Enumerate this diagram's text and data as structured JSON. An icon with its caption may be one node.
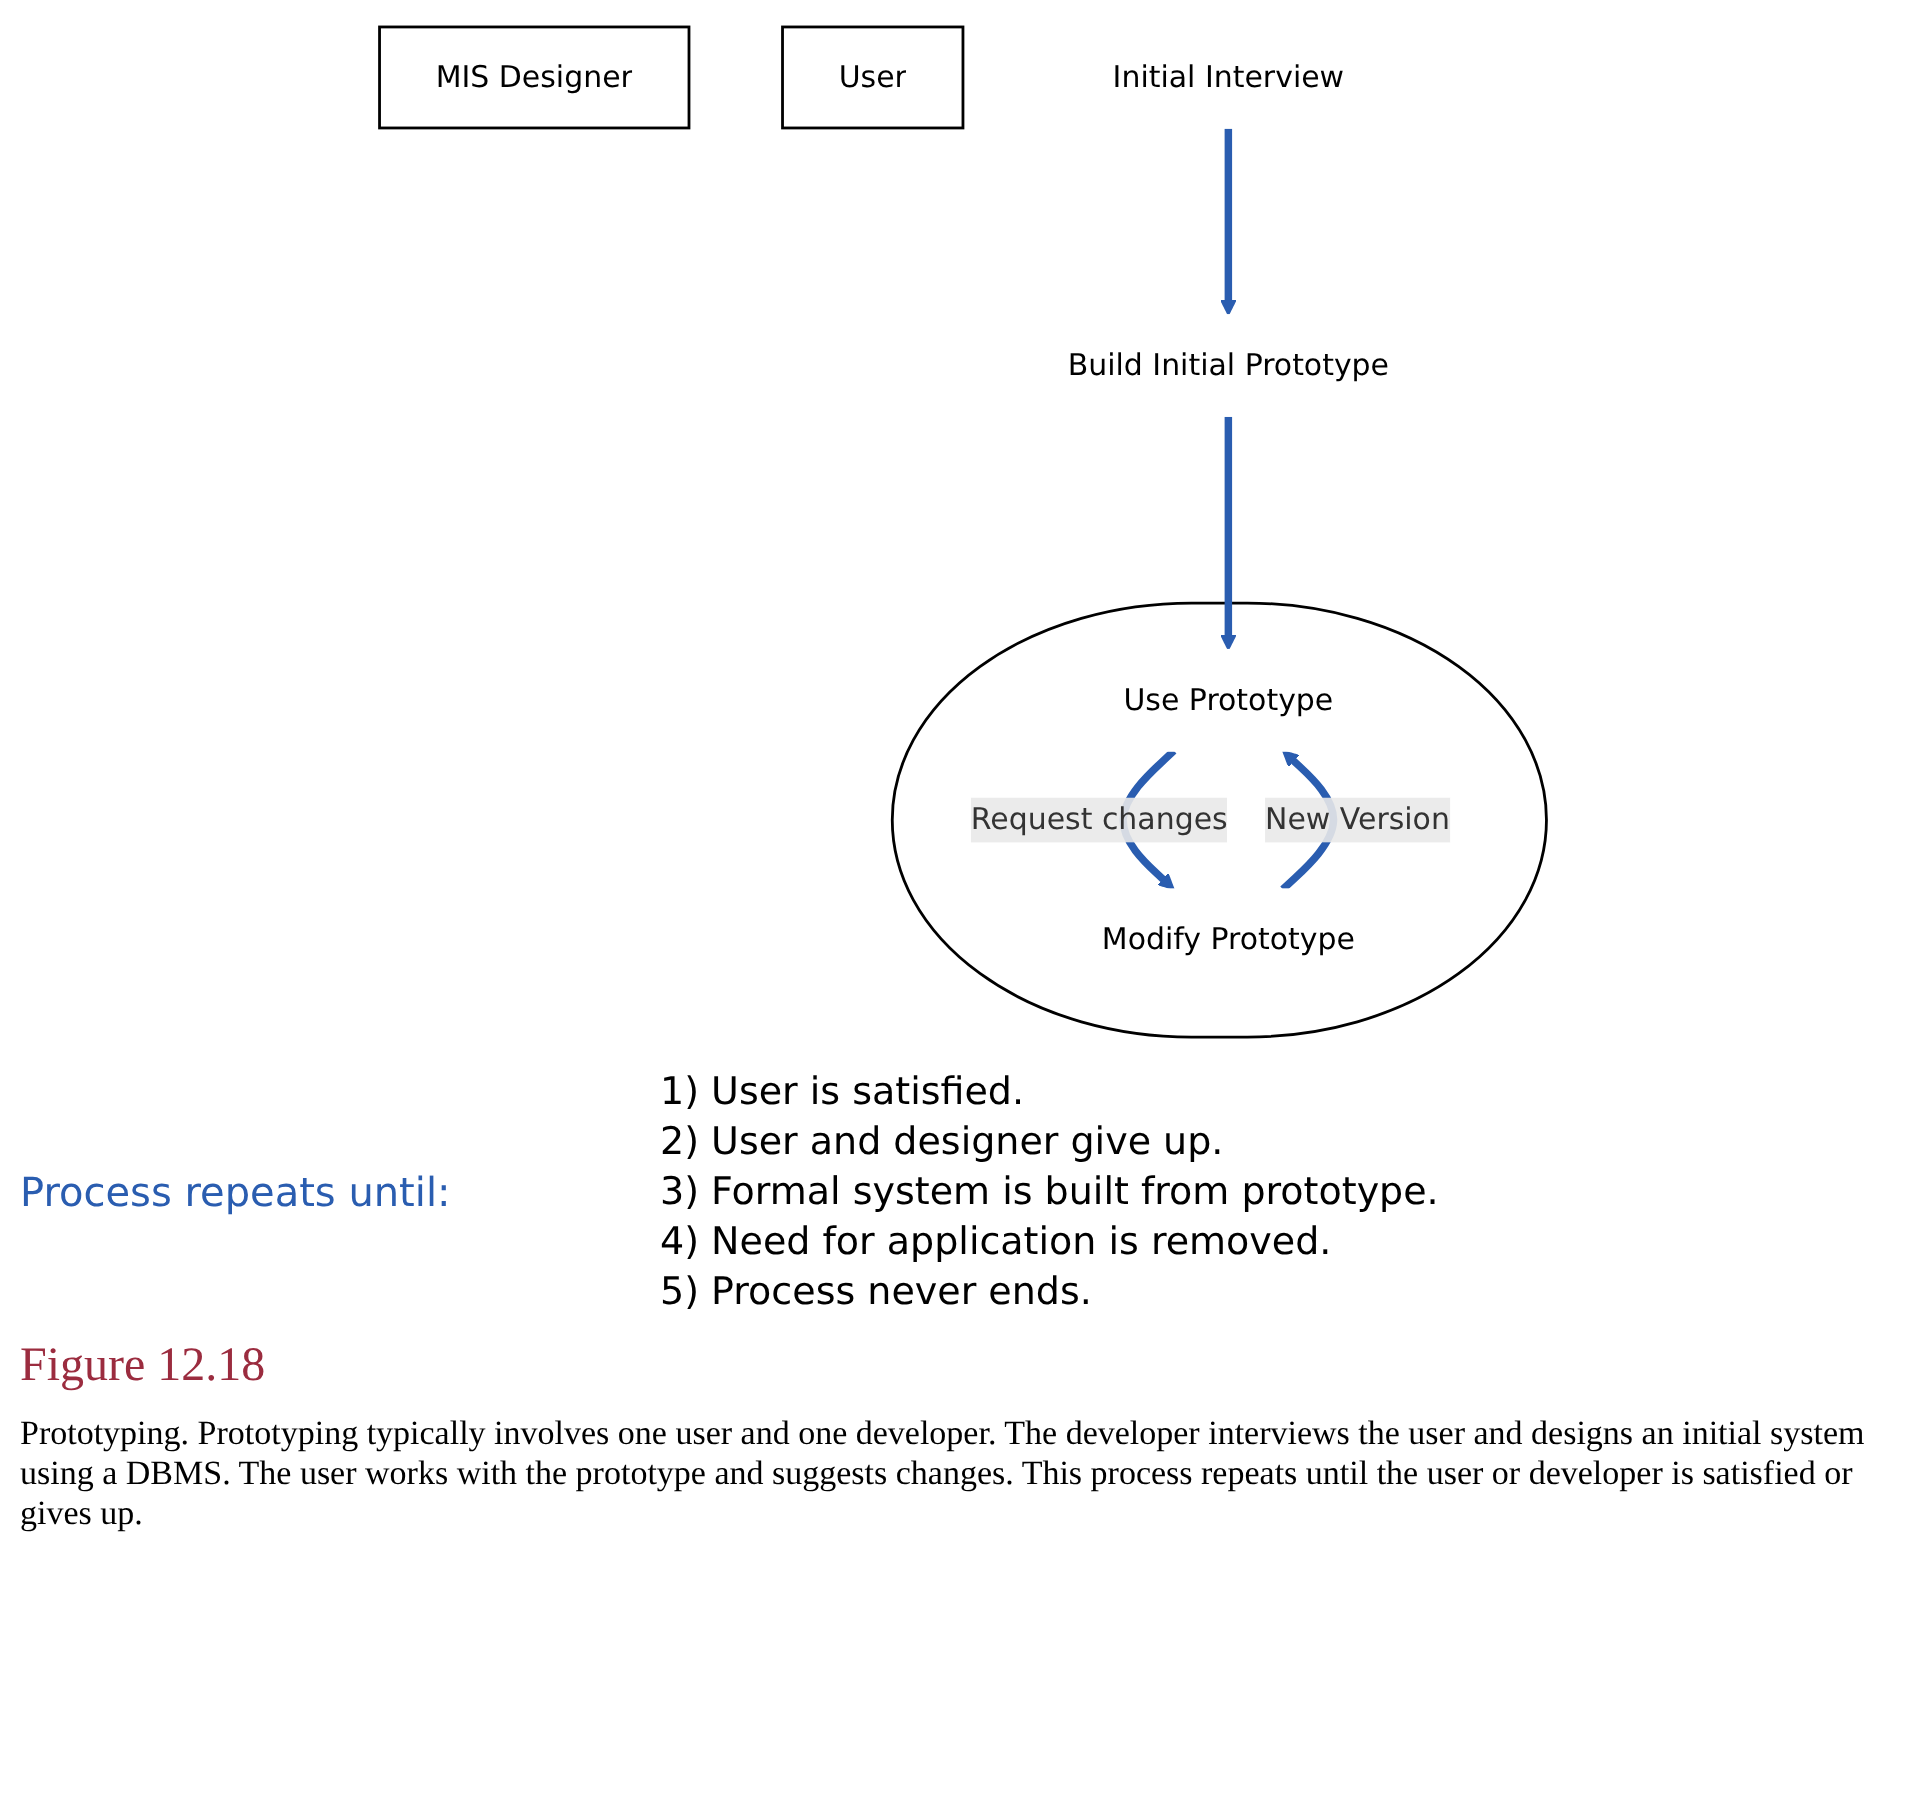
{
  "diagram": {
    "caption": "Prototyping. Prototyping typically involves one user and one developer. The developer interviews the user and designs an initial system using a DBMS. The user works with the prototype and suggests changes. This process repeats until the user or developer is satisfied or gives up.",
    "nodes": [
      {
        "text": [
          "MIS Designer"
        ]
      },
      {
        "text": [
          "User"
        ]
      },
      {
        "text": [
          "Initial Interview"
        ]
      },
      {
        "text": [
          "Build Initial Prototype"
        ]
      },
      {
        "text": [],
        "shape": "ellipse"
      },
      {
        "text": [
          "Use Prototype"
        ],
        "in": 4
      },
      {
        "text": [
          "Modify Prototype"
        ],
        "in": 4
      }
    ],
    "edges": [
      {
        "from": 2,
        "to": 3,
        "arrow": "to"
      },
      {
        "from": 3,
        "to": 5,
        "arrow": "to"
      },
      {
        "from": 5,
        "to": 6,
        "arrow": "to",
        "label": "Request changes"
      },
      {
        "from": 6,
        "to": 5,
        "arrow": "to",
        "label": "New Version"
      }
    ],
    "labels": [
      "Process repeats until:",
      "1) User is satisfied.",
      "2) User and designer give up.",
      "3) Formal system is built from prototype.",
      "4) Need for application is removed.",
      "5) Process never ends.",
      "Figure 12.18"
    ]
  }
}
